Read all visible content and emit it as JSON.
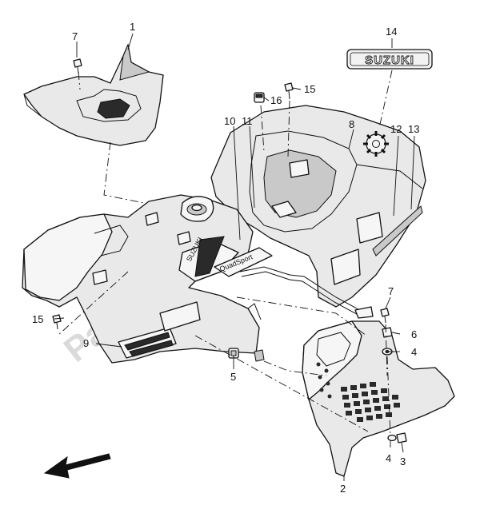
{
  "diagram": {
    "watermark": "PartsRepublik",
    "logo_text": "SUZUKI",
    "decal_text": "QuadSport",
    "callouts": [
      {
        "id": "c1",
        "text": "1"
      },
      {
        "id": "c2",
        "text": "2"
      },
      {
        "id": "c3",
        "text": "3"
      },
      {
        "id": "c4a",
        "text": "4"
      },
      {
        "id": "c4b",
        "text": "4"
      },
      {
        "id": "c5",
        "text": "5"
      },
      {
        "id": "c6",
        "text": "6"
      },
      {
        "id": "c7a",
        "text": "7"
      },
      {
        "id": "c7b",
        "text": "7"
      },
      {
        "id": "c8",
        "text": "8"
      },
      {
        "id": "c9",
        "text": "9"
      },
      {
        "id": "c10",
        "text": "10"
      },
      {
        "id": "c11",
        "text": "11"
      },
      {
        "id": "c12",
        "text": "12"
      },
      {
        "id": "c13",
        "text": "13"
      },
      {
        "id": "c14",
        "text": "14"
      },
      {
        "id": "c15a",
        "text": "15"
      },
      {
        "id": "c15b",
        "text": "15"
      },
      {
        "id": "c16",
        "text": "16"
      }
    ]
  }
}
